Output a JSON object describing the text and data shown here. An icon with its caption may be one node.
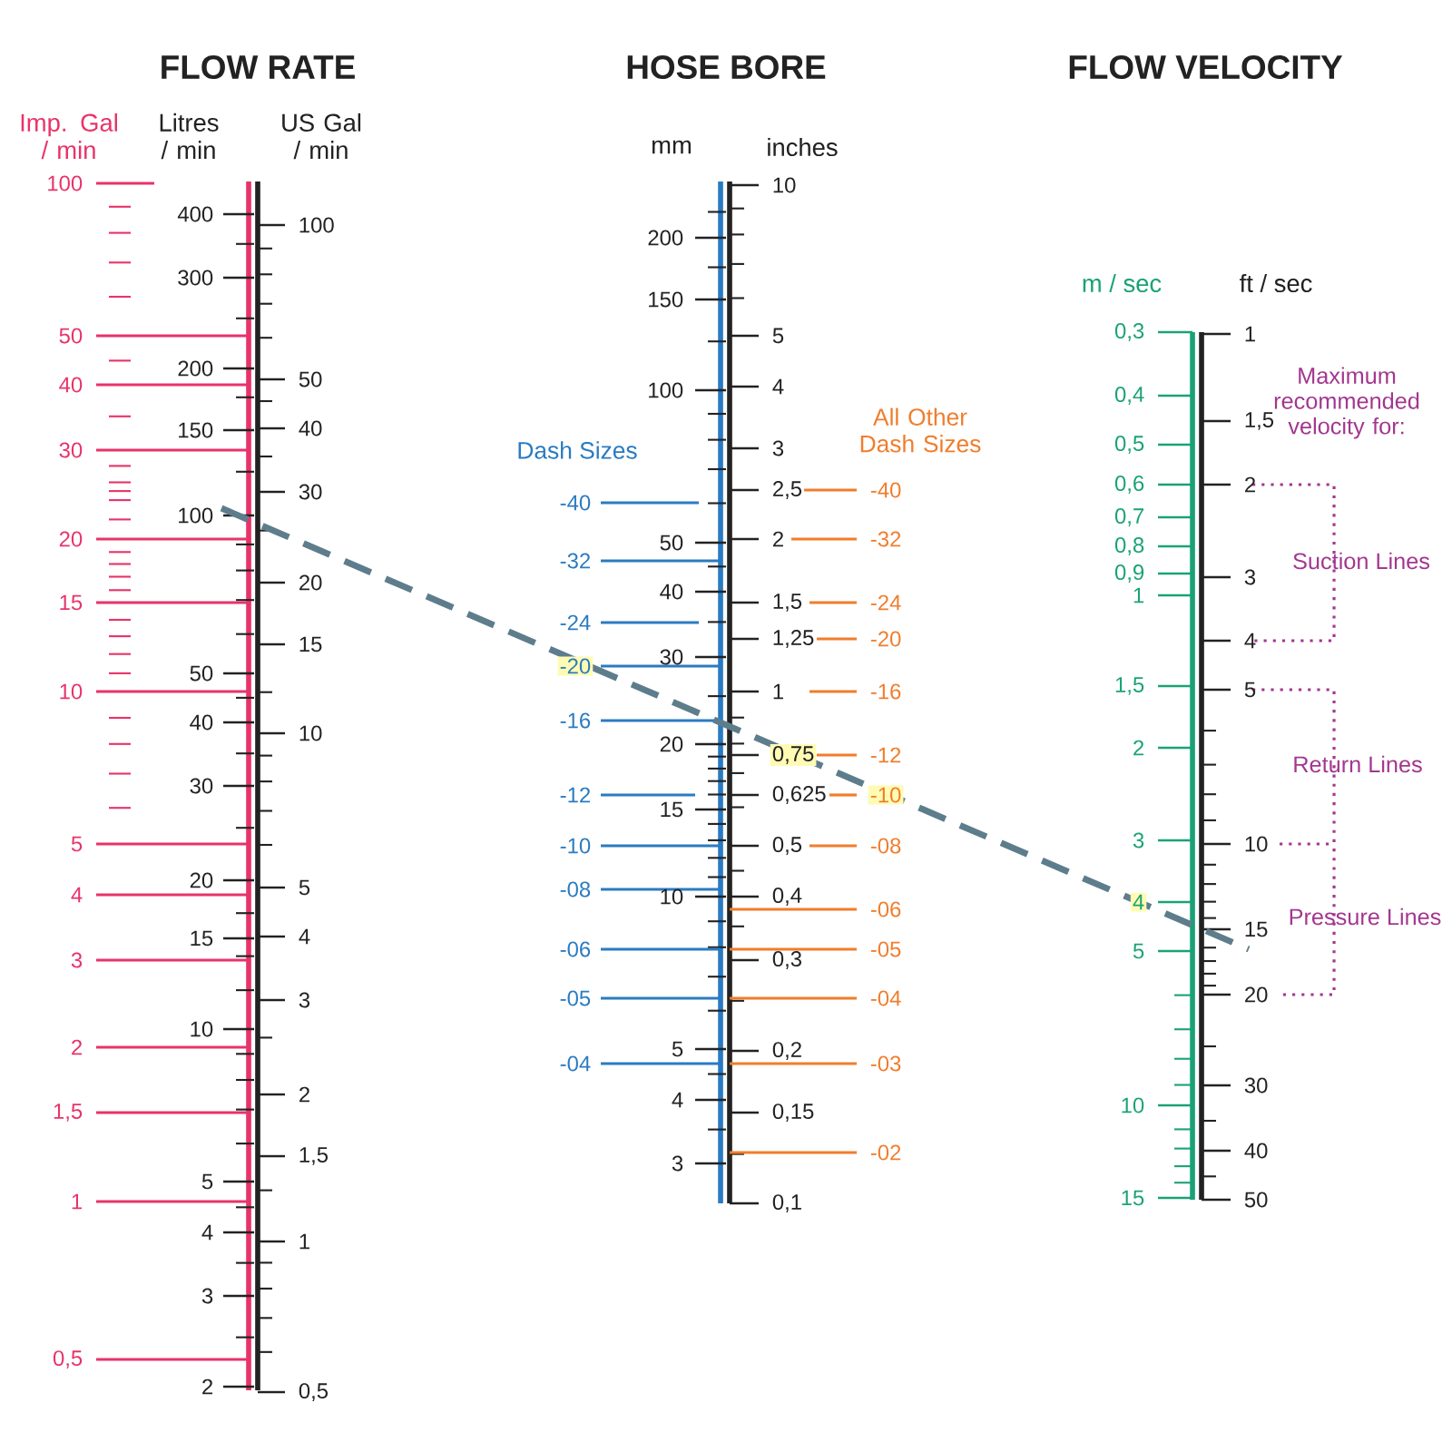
{
  "diagram": {
    "labels": [
      "FLOW RATE",
      "HOSE BORE",
      "FLOW VELOCITY",
      "Imp. Gal / min",
      "Litres / min",
      "US Gal / min",
      "mm",
      "inches",
      "m / sec",
      "ft / sec",
      "100",
      "50",
      "40",
      "30",
      "20",
      "15",
      "10",
      "5",
      "4",
      "3",
      "2",
      "1,5",
      "1",
      "0,5",
      "400",
      "300",
      "200",
      "150",
      "100",
      "50",
      "40",
      "30",
      "20",
      "15",
      "10",
      "5",
      "4",
      "3",
      "2",
      "100",
      "50",
      "40",
      "30",
      "20",
      "15",
      "10",
      "5",
      "4",
      "3",
      "2",
      "1,5",
      "1",
      "0,5",
      "Dash Sizes",
      "All Other Dash Sizes",
      "200",
      "150",
      "100",
      "50",
      "40",
      "30",
      "20",
      "15",
      "10",
      "5",
      "4",
      "3",
      "10",
      "5",
      "4",
      "3",
      "2,5",
      "2",
      "1,5",
      "1,25",
      "1",
      "0,75",
      "0,625",
      "0,5",
      "0,4",
      "0,3",
      "0,2",
      "0,15",
      "0,1",
      "-40",
      "-32",
      "-24",
      "-20",
      "-16",
      "-12",
      "-10",
      "-08",
      "-06",
      "-05",
      "-04",
      "-40",
      "-32",
      "-24",
      "-20",
      "-16",
      "-12",
      "-10",
      "-08",
      "-06",
      "-05",
      "-04",
      "-03",
      "-02",
      "0,3",
      "0,4",
      "0,5",
      "0,6",
      "0,7",
      "0,8",
      "0,9",
      "1",
      "1,5",
      "2",
      "3",
      "4",
      "5",
      "10",
      "15",
      "1",
      "1,5",
      "2",
      "3",
      "4",
      "5",
      "10",
      "15",
      "20",
      "30",
      "40",
      "50",
      "Maximum recommended velocity for:",
      "Suction Lines",
      "Return Lines",
      "Pressure Lines"
    ]
  }
}
